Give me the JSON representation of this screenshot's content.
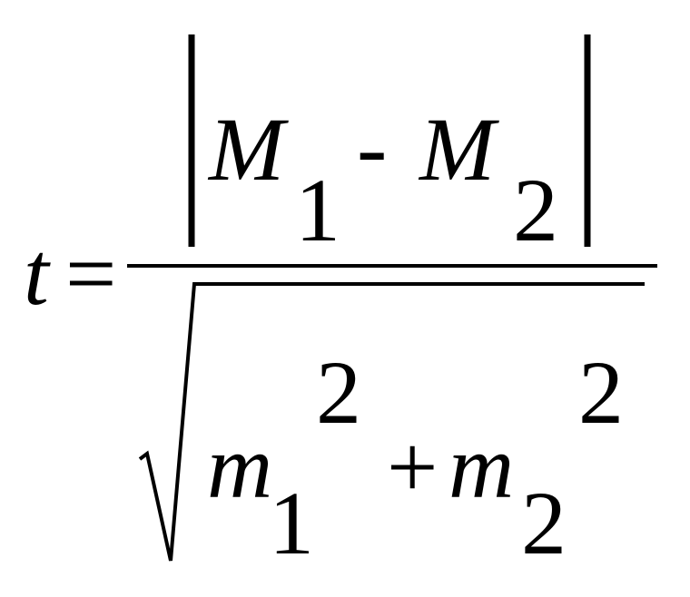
{
  "formula": {
    "lhs": "t",
    "equals": "=",
    "numerator": {
      "term_a": "M",
      "term_a_index": "1",
      "operator": "-",
      "term_b": "M",
      "term_b_index": "2"
    },
    "denominator": {
      "term_a": "m",
      "term_a_index": "1",
      "term_a_power": "2",
      "operator": "+",
      "term_b": "m",
      "term_b_index": "2",
      "term_b_power": "2"
    },
    "color": "#000000"
  }
}
